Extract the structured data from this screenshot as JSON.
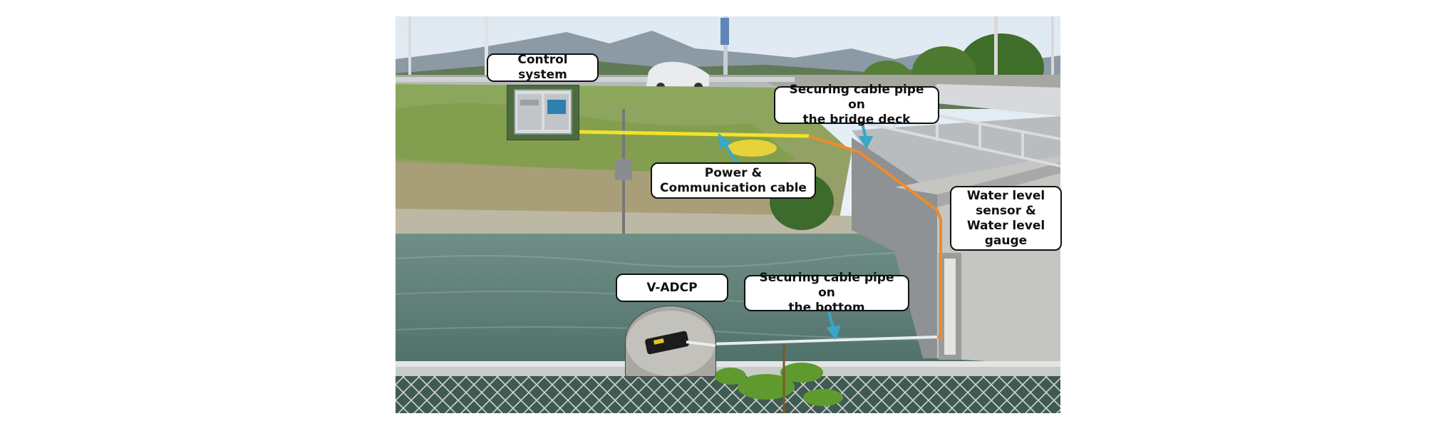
{
  "labels": {
    "control_system": "Control system",
    "bridge_deck_pipe": "Securing cable pipe on\nthe bridge deck",
    "power_cable": "Power &\nCommunication cable",
    "water_level": "Water level\nsensor &\nWater level\ngauge",
    "vadcp": "V-ADCP",
    "bottom_pipe": "Securing cable pipe on\nthe bottom"
  },
  "colors": {
    "power_cable_line": "#f5e12a",
    "bridge_cable_line": "#f08a2a",
    "bottom_pipe_line": "#e8edf0",
    "pointer_arrow": "#3aa6c8",
    "label_border": "#111111",
    "label_fill": "#ffffff"
  }
}
